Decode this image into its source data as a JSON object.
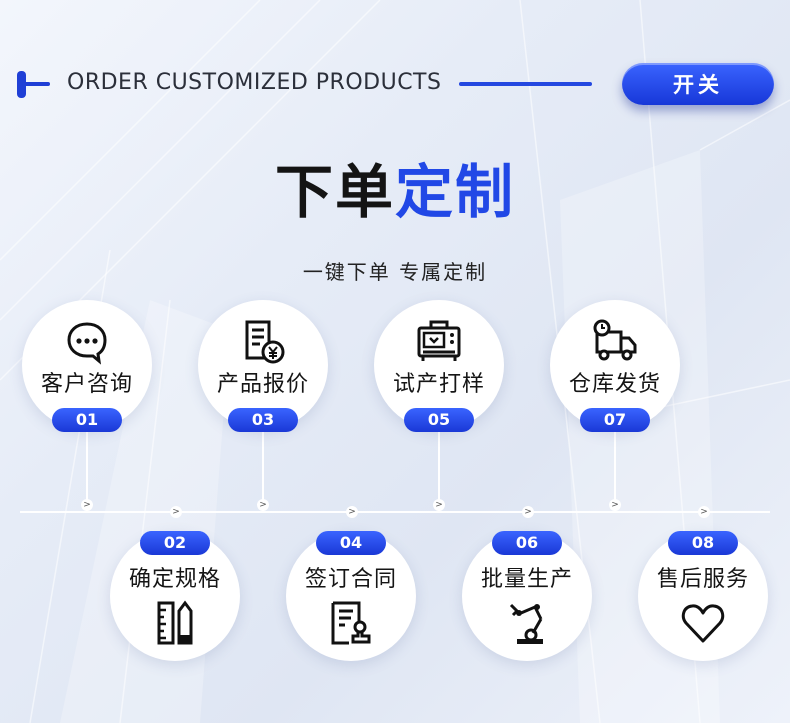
{
  "header": {
    "title": "ORDER CUSTOMIZED PRODUCTS",
    "toggle_label": "开关"
  },
  "main_title": {
    "part1": "下单",
    "part2": "定制"
  },
  "subtitle": "一键下单 专属定制",
  "arrow": ">",
  "steps": [
    {
      "num": "01",
      "label": "客户咨询",
      "icon": "chat-bubble-icon"
    },
    {
      "num": "02",
      "label": "确定规格",
      "icon": "ruler-pencil-icon"
    },
    {
      "num": "03",
      "label": "产品报价",
      "icon": "quotation-document-icon"
    },
    {
      "num": "04",
      "label": "签订合同",
      "icon": "contract-stamp-icon"
    },
    {
      "num": "05",
      "label": "试产打样",
      "icon": "cnc-machine-icon"
    },
    {
      "num": "06",
      "label": "批量生产",
      "icon": "robot-arm-icon"
    },
    {
      "num": "07",
      "label": "仓库发货",
      "icon": "delivery-truck-icon"
    },
    {
      "num": "08",
      "label": "售后服务",
      "icon": "heart-icon"
    }
  ],
  "colors": {
    "accent": "#2148e6",
    "text": "#141414"
  }
}
